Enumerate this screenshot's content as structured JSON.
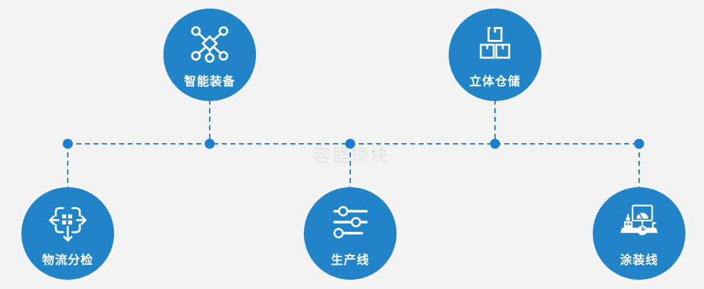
{
  "diagram": {
    "title": "factory-modules-diagram",
    "watermark": "容器模块",
    "nodes": [
      {
        "id": "smart-equipment",
        "label": "智能装备",
        "icon": "network-nodes-icon",
        "position": "top-left"
      },
      {
        "id": "stereo-warehouse",
        "label": "立体仓储",
        "icon": "stacked-boxes-icon",
        "position": "top-right"
      },
      {
        "id": "logistics-sorting",
        "label": "物流分检",
        "icon": "move-arrows-icon",
        "position": "bottom-left"
      },
      {
        "id": "production-line",
        "label": "生产线",
        "icon": "sliders-icon",
        "position": "bottom-center"
      },
      {
        "id": "coating-line",
        "label": "涂装线",
        "icon": "paint-station-icon",
        "position": "bottom-right"
      }
    ],
    "colors": {
      "background": "#f4f4f5",
      "node_fill": "#2184c9",
      "connector": "#2e85c8",
      "junction_dot": "#1c80d2",
      "label_text": "#ffffff",
      "watermark_text": "#e3e3e3"
    }
  }
}
